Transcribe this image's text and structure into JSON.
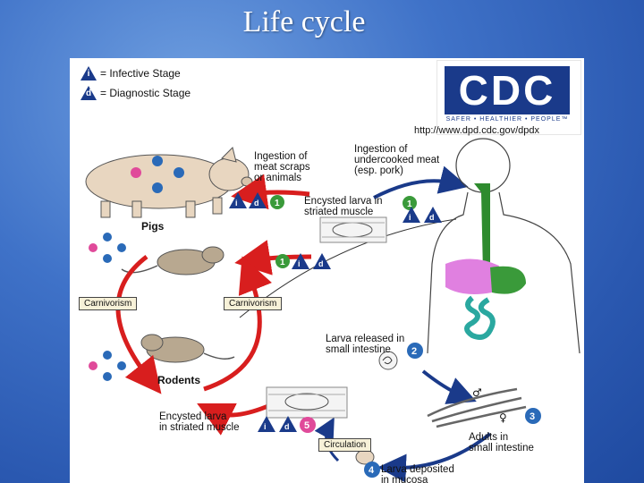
{
  "slide": {
    "title": "Life cycle"
  },
  "legend": {
    "infective": {
      "symbol": "i",
      "text": "= Infective Stage"
    },
    "diagnostic": {
      "symbol": "d",
      "text": "= Diagnostic Stage"
    }
  },
  "source": {
    "logo": "CDC",
    "tagline": "SAFER • HEALTHIER • PEOPLE™",
    "url": "http://www.dpd.cdc.gov/dpdx"
  },
  "labels": {
    "ingestion_scraps": "Ingestion of\nmeat scraps\nor animals",
    "ingestion_pork": "Ingestion of\nundercooked meat\n(esp. pork)",
    "encysted_top": "Encysted larva in\nstriated muscle",
    "pigs": "Pigs",
    "rodents": "Rodents",
    "carnivorism_left": "Carnivorism",
    "carnivorism_right": "Carnivorism",
    "larva_released": "Larva released in\nsmall intestine",
    "adults": "Adults in\nsmall intestine",
    "encysted_bottom": "Encysted larva\nin striated muscle",
    "circulation": "Circulation",
    "larva_deposited": "Larva deposited\nin mucosa"
  },
  "stage_numbers": {
    "one": "1",
    "two": "2",
    "three": "3",
    "four": "4",
    "five": "5"
  },
  "colors": {
    "arrow_red": "#d81e1e",
    "arrow_blue": "#1a3a8a",
    "stage_green": "#3a9a3a",
    "stage_blue": "#2a6ab8",
    "stage_pink": "#e04a9a",
    "intestine": "#2aa8a0",
    "stomach": "#e080e0",
    "esophagus": "#2e8b2e"
  }
}
